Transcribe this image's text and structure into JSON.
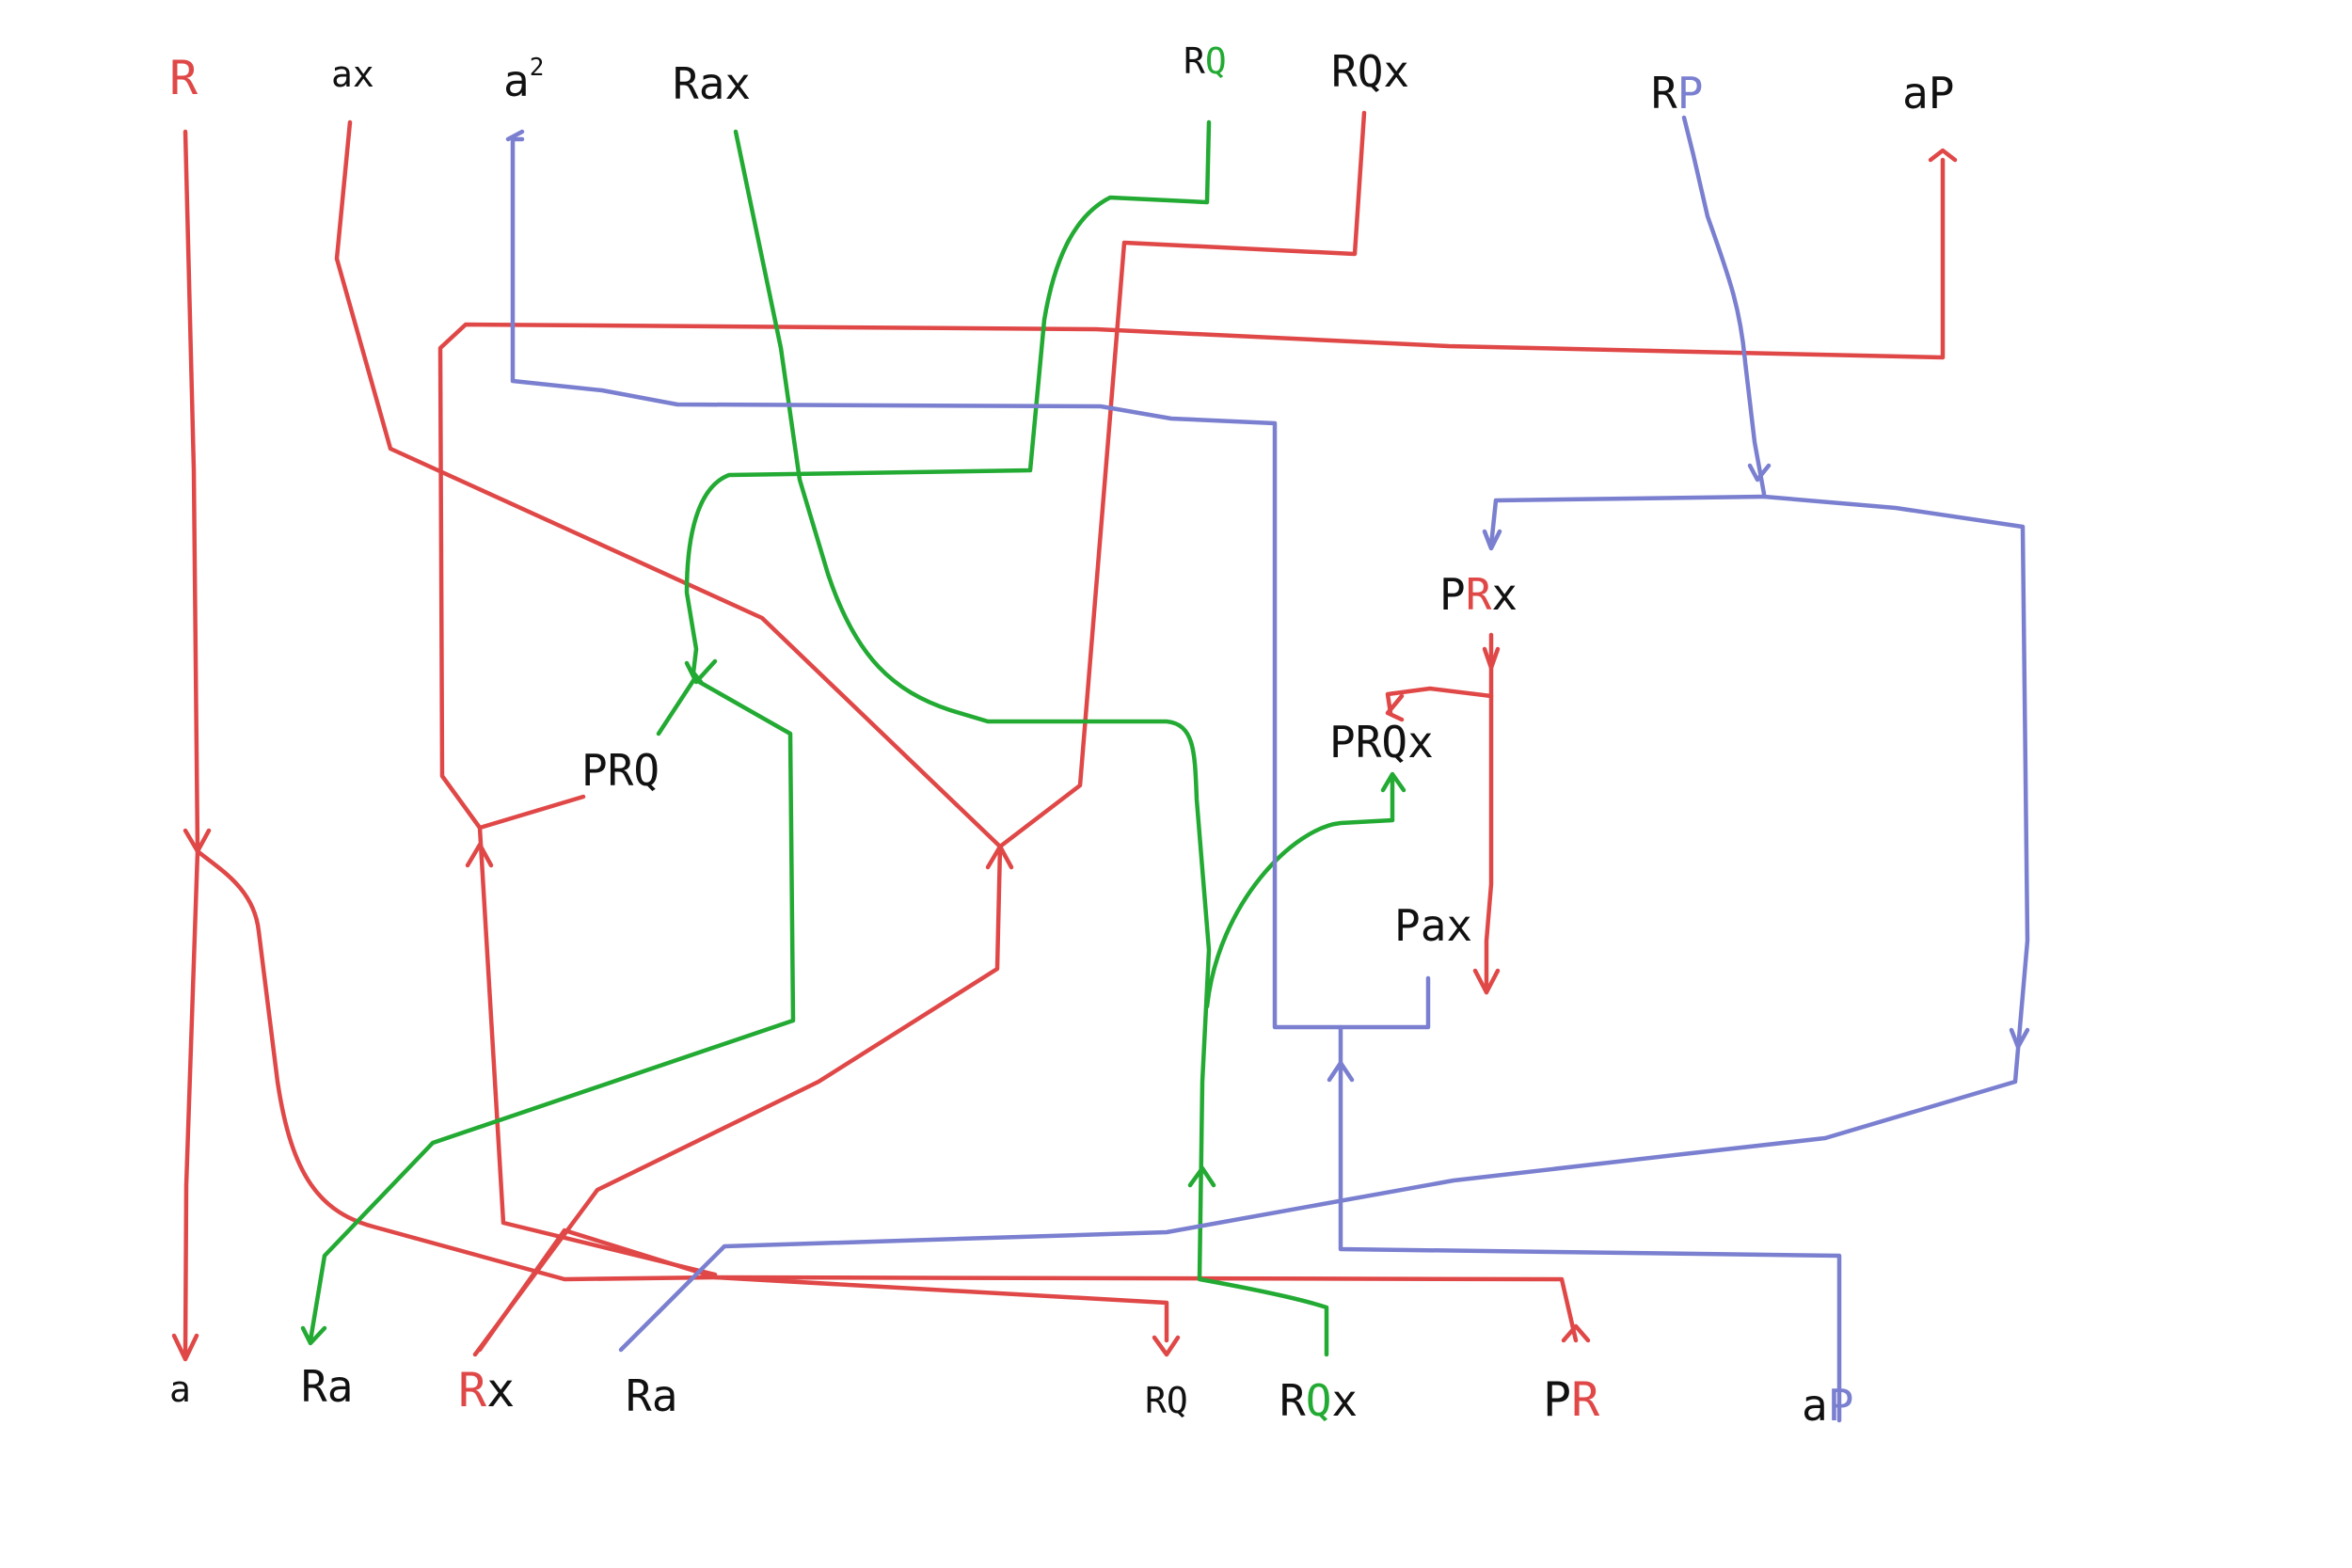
{
  "colors": {
    "red": "#e04848",
    "green": "#22aa33",
    "blue": "#7a7fd0",
    "black": "#111111"
  },
  "top_labels": {
    "R": "R",
    "ax": "ax",
    "a2_base": "a",
    "a2_exp": "2",
    "Rax": "Rax",
    "RQ_r": "R",
    "RQ_q": "Q",
    "RQx": "RQx",
    "RP_r": "R",
    "RP_p": "P",
    "aP": "aP"
  },
  "middle_labels": {
    "PRx_p": "P",
    "PRx_r": "R",
    "PRx_x": "x",
    "PRQ": "PRQ",
    "PRQx": "PRQx",
    "Pax": "Pax"
  },
  "bottom_labels": {
    "a": "a",
    "Ra_1": "Ra",
    "Rx_r": "R",
    "Rx_x": "x",
    "Ra_2": "Ra",
    "RQ": "RQ",
    "RQx_r": "R",
    "RQx_q": "Q",
    "RQx_x": "x",
    "PR_p": "P",
    "PR_r": "R",
    "aP_a": "a",
    "aP_p": "P"
  }
}
